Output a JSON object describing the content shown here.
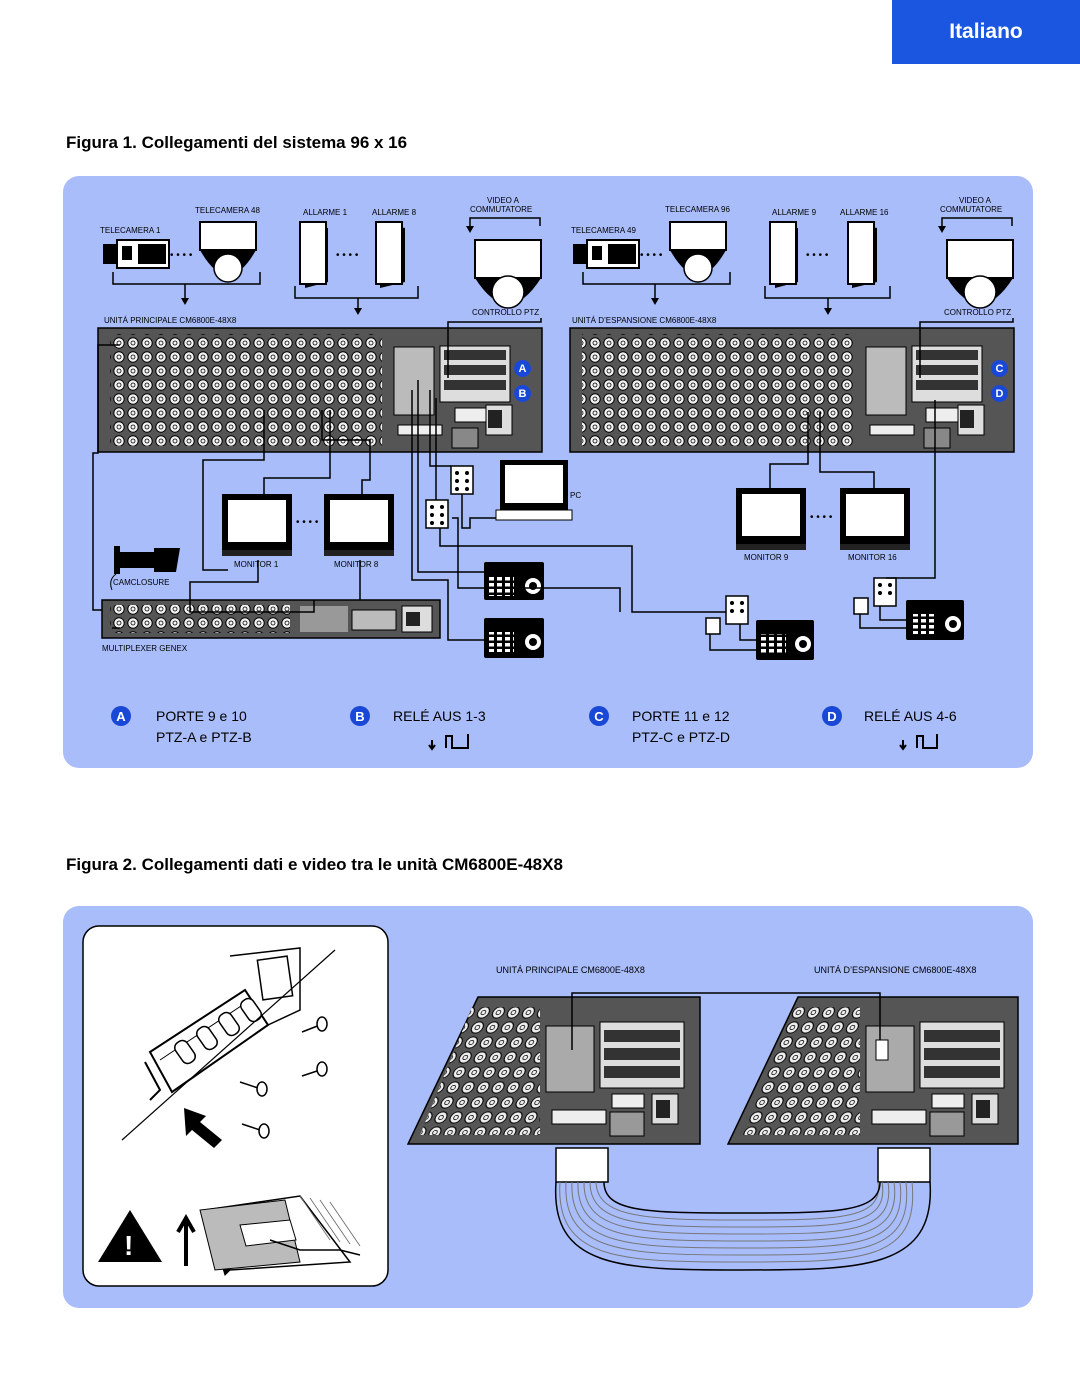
{
  "header": {
    "language_tab": "Italiano"
  },
  "figure1": {
    "title": "Figura 1. Collegamenti del sistema 96 x 16",
    "labels": {
      "cam48": "TELECAMERA 48",
      "cam1": "TELECAMERA 1",
      "al1": "ALLARME 1",
      "al8": "ALLARME 8",
      "video_comm_top": "VIDEO A",
      "video_comm_bottom": "COMMUTATORE",
      "ctrl_ptz_left": "CONTROLLO PTZ",
      "main_unit": "UNITÁ PRINCIPALE CM6800E-48X8",
      "cam96": "TELECAMERA 96",
      "cam49": "TELECAMERA 49",
      "al9": "ALLARME 9",
      "al16": "ALLARME 16",
      "video_comm2_top": "VIDEO A",
      "video_comm2_bottom": "COMMUTATORE",
      "ctrl_ptz_right": "CONTROLLO PTZ",
      "exp_unit": "UNITÁ D’ESPANSIONE CM6800E-48X8",
      "pc": "PC",
      "mon1": "MONITOR 1",
      "mon8": "MONITOR  8",
      "mon9": "MONITOR 9",
      "mon16": "MONITOR 16",
      "camclosure": "CAMCLOSURE",
      "genex": "MULTIPLEXER GENEX"
    },
    "markers": {
      "a": "A",
      "b": "B",
      "c": "C",
      "d": "D"
    },
    "legend": {
      "a_line1": "PORTE 9 e 10",
      "a_line2": "PTZ-A e PTZ-B",
      "b_line1": "RELÉ AUS 1-3",
      "c_line1": "PORTE 11 e 12",
      "c_line2": "PTZ-C e PTZ-D",
      "d_line1": "RELÉ AUS 4-6"
    }
  },
  "figure2": {
    "title": "Figura 2. Collegamenti dati e video tra le unità CM6800E-48X8",
    "main_unit": "UNITÁ PRINCIPALE CM6800E-48X8",
    "exp_unit": "UNITÁ D’ESPANSIONE CM6800E-48X8",
    "warning": "!"
  }
}
